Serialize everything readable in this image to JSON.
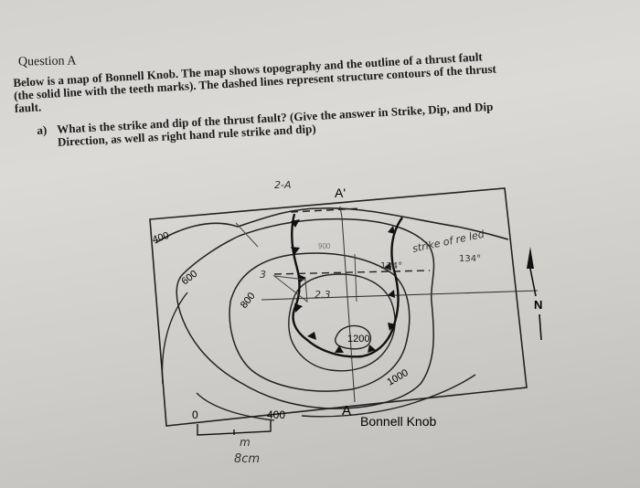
{
  "question": {
    "title": "Question A",
    "intro_lines": [
      "Below is a map of Bonnell Knob. The map shows topography and the outline of a thrust fault",
      "(the solid line with the teeth marks). The dashed lines represent structure contours of the thrust",
      "fault."
    ],
    "part_a": {
      "marker": "a)",
      "line1": "What is the strike and dip of the thrust fault? (Give the answer in Strike, Dip, and Dip",
      "line2": "Direction, as well as right hand rule strike and dip)"
    }
  },
  "map": {
    "name": "Bonnell Knob",
    "section_start": "A",
    "section_end": "A'",
    "north_label": "N",
    "contour_labels": [
      "400",
      "600",
      "800",
      "1200",
      "1000"
    ],
    "faded_contour_label": "900",
    "scale": {
      "start": "0",
      "end": "400",
      "unit": "m"
    },
    "handwriting": {
      "top_note": "2-A",
      "strike_note": "strike of re led",
      "strike_value_1": "134°",
      "strike_value_2": "134°",
      "fault_note_1": "3",
      "fault_note_2": "2.3",
      "cm_note": "8cm"
    }
  },
  "colors": {
    "ink": "#1f1f1f",
    "pencil": "#3a3a3a",
    "paper": "#d8d6d3"
  }
}
